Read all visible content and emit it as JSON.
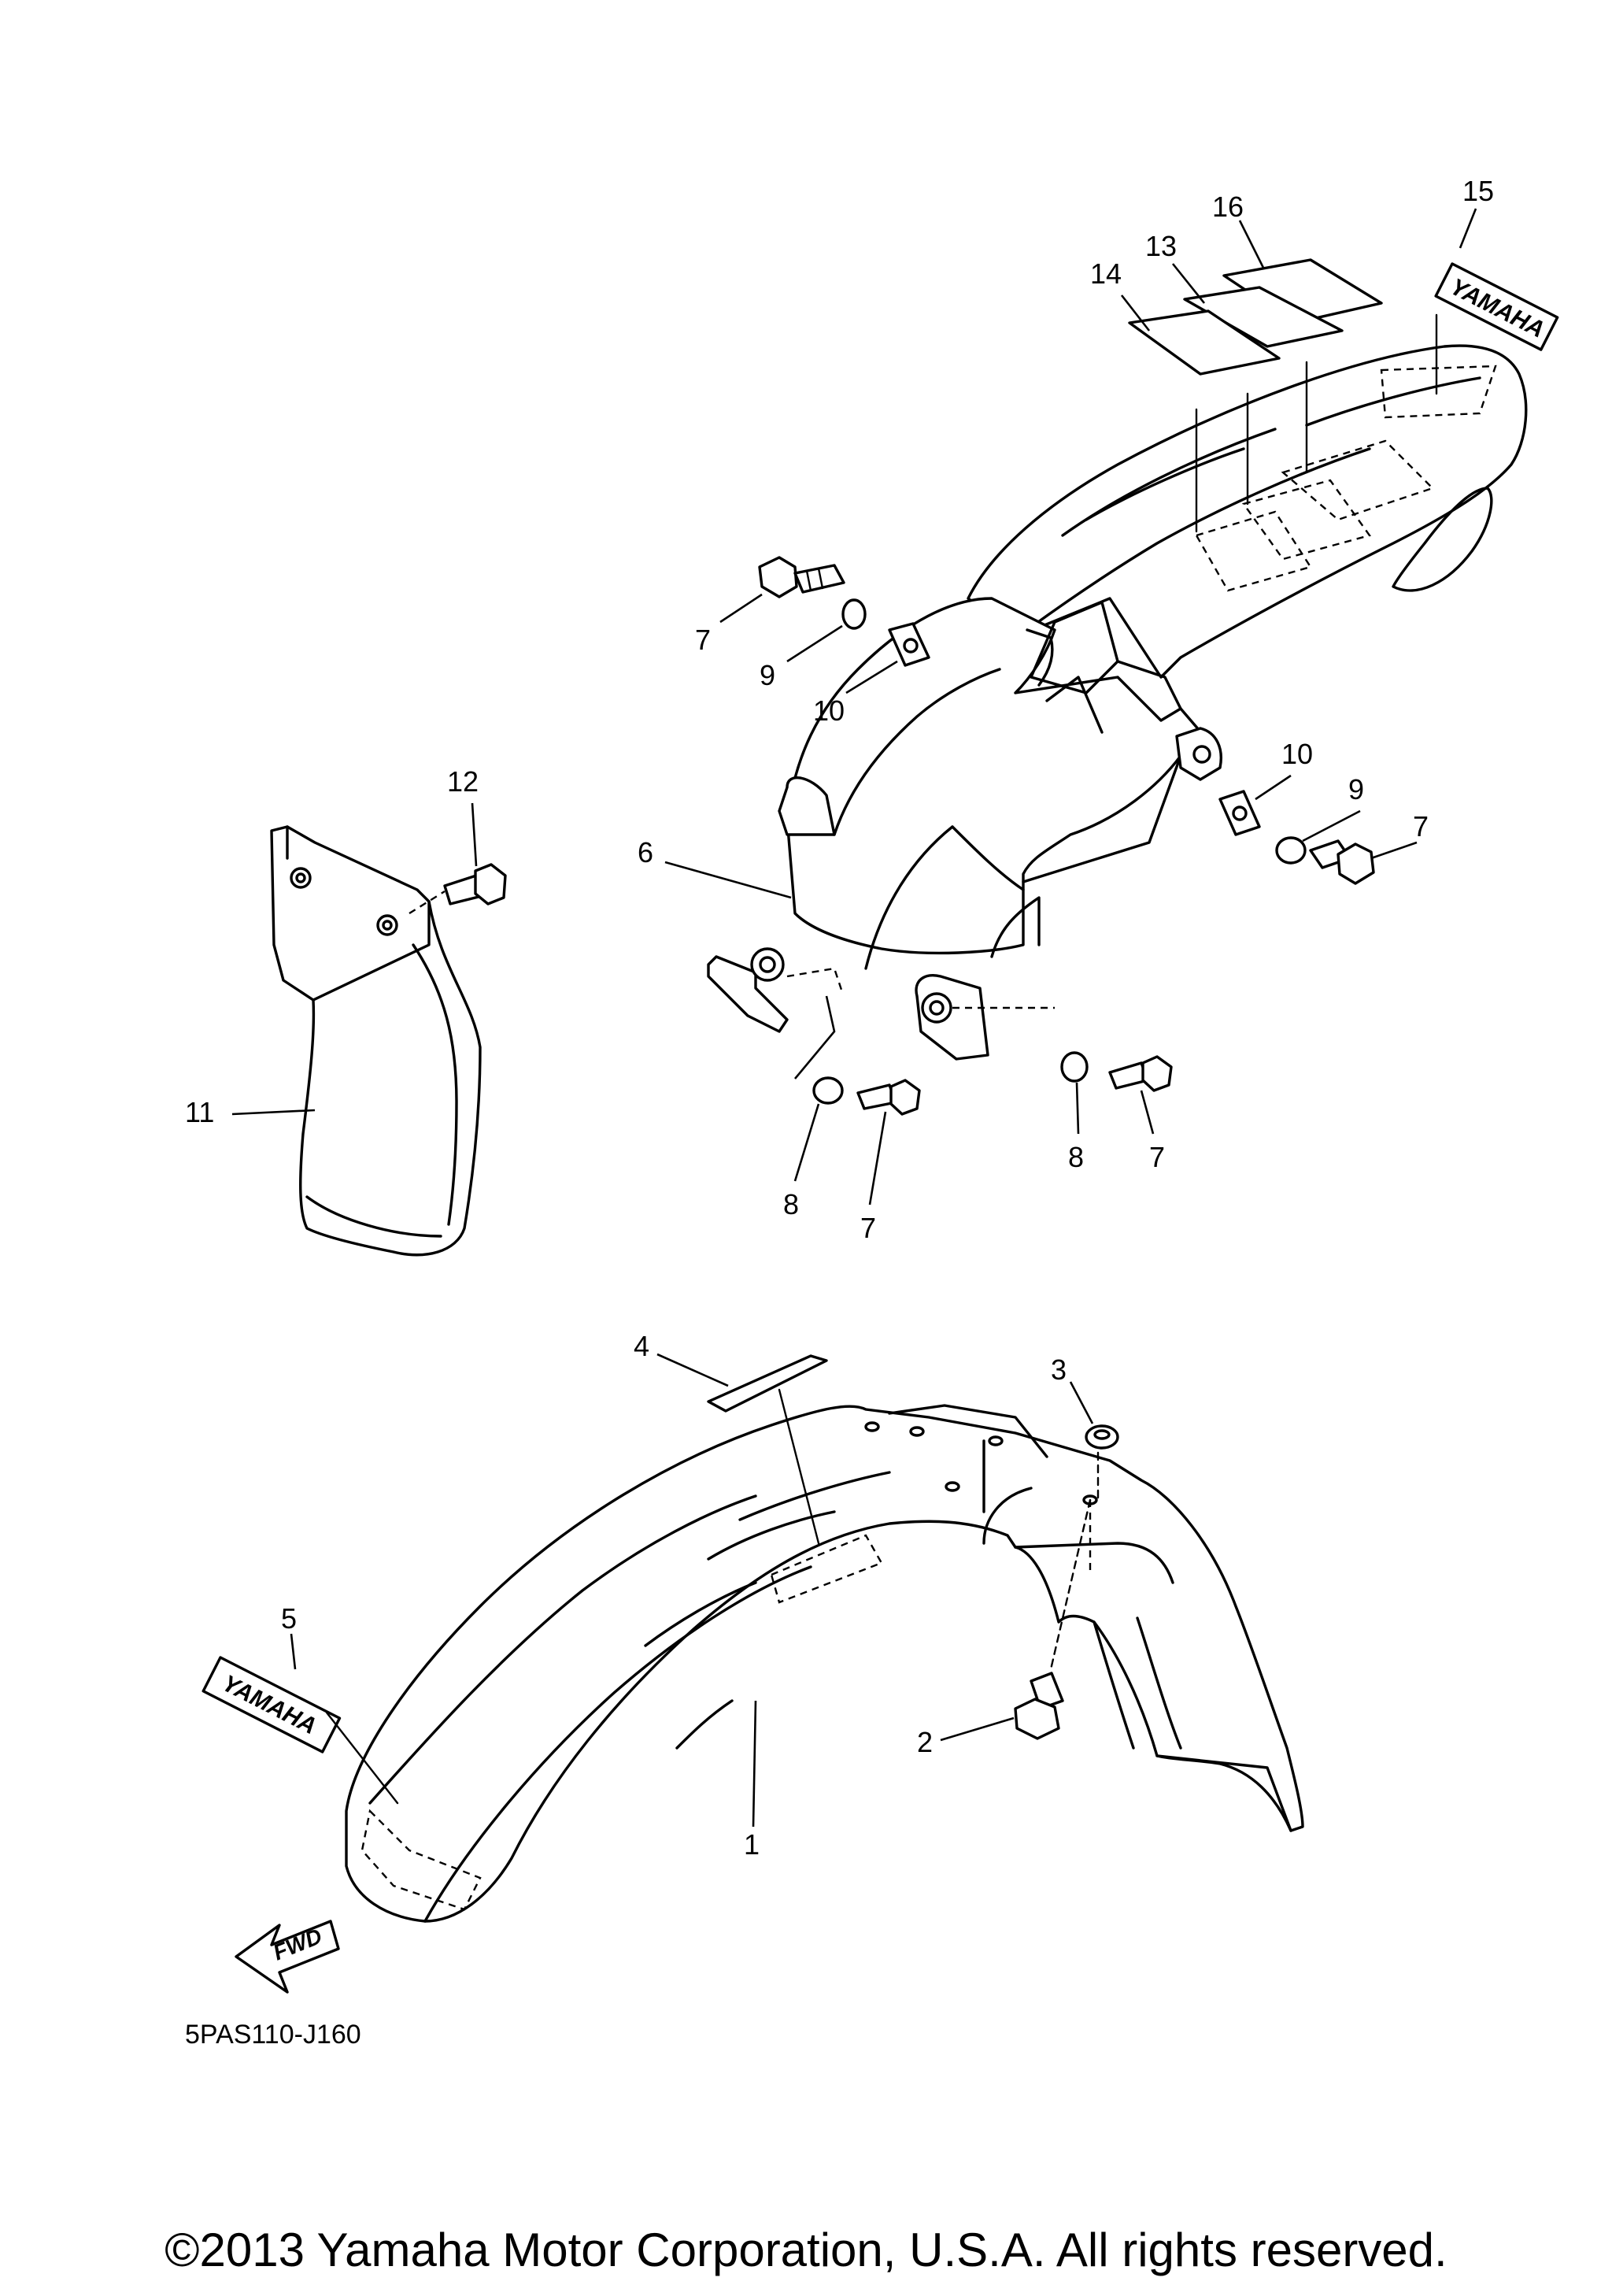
{
  "diagram_code": "5PAS110-J160",
  "copyright": "©2013 Yamaha Motor Corporation, U.S.A. All rights reserved.",
  "logo_text": "YAMAHA",
  "direction_label": "FWD",
  "callouts": {
    "c1": "1",
    "c2": "2",
    "c3": "3",
    "c4": "4",
    "c5": "5",
    "c6": "6",
    "c7a": "7",
    "c7b": "7",
    "c7c": "7",
    "c7d": "7",
    "c8a": "8",
    "c8b": "8",
    "c9a": "9",
    "c9b": "9",
    "c10a": "10",
    "c10b": "10",
    "c11": "11",
    "c12": "12",
    "c13": "13",
    "c14": "14",
    "c15": "15",
    "c16": "16"
  }
}
